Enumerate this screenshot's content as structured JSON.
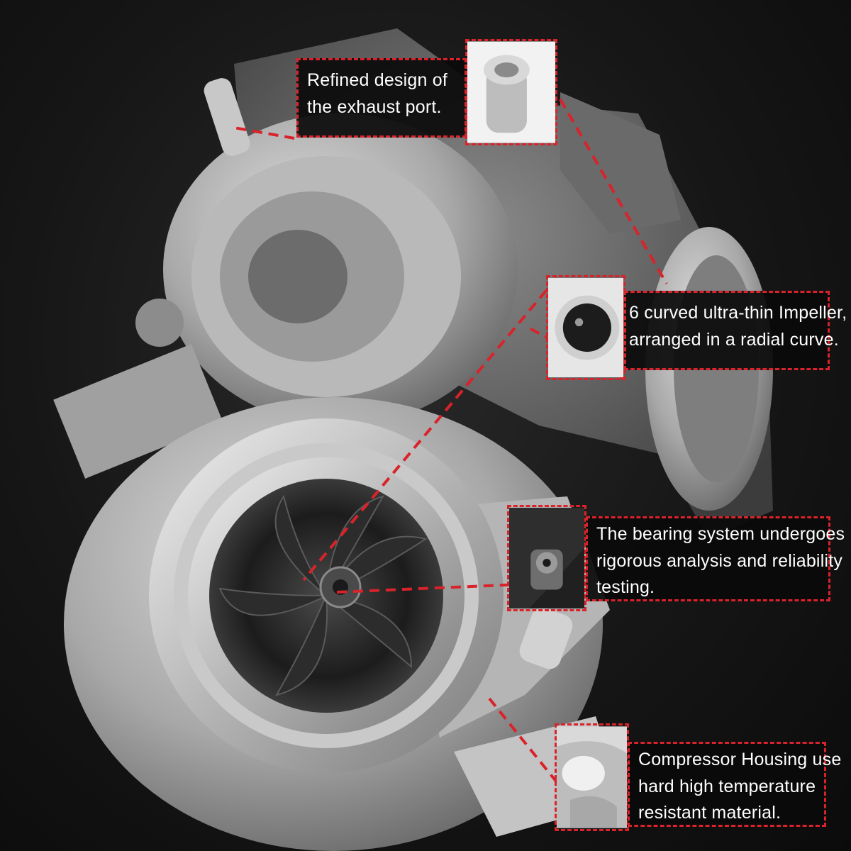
{
  "colors": {
    "accent": "#d8232a",
    "background": "#151515",
    "callout_bg": "#0a0a0a",
    "text": "#ffffff"
  },
  "callouts": {
    "exhaust": {
      "lines": [
        "Refined design of",
        "the exhaust port."
      ],
      "icon": "exhaust-port-closeup"
    },
    "impeller": {
      "lines": [
        "6 curved ultra-thin Impeller,",
        "arranged in a radial curve."
      ],
      "icon": "impeller-closeup"
    },
    "bearing": {
      "lines": [
        "The bearing system undergoes",
        "rigorous analysis and reliability",
        "testing."
      ],
      "icon": "bearing-nut-closeup"
    },
    "housing": {
      "lines": [
        "Compressor Housing use",
        "hard high temperature",
        "resistant material."
      ],
      "icon": "housing-outlet-closeup"
    }
  }
}
